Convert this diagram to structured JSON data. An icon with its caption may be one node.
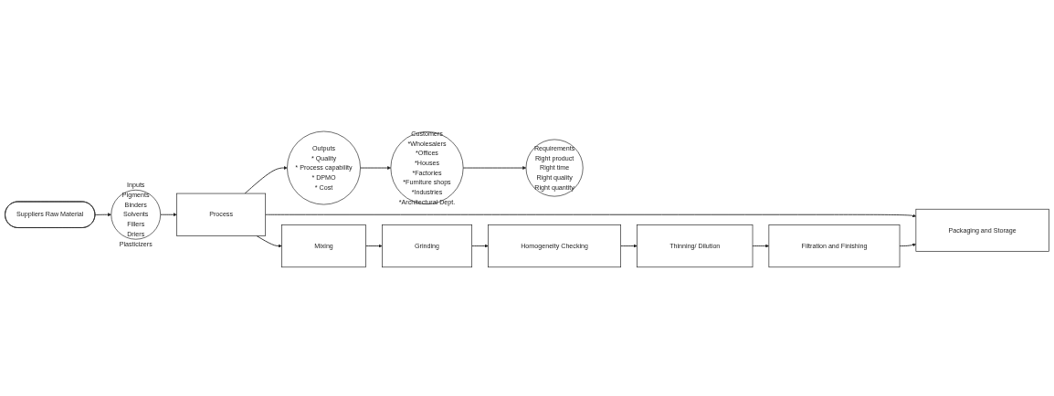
{
  "diagram": {
    "nodes": [
      {
        "text": [
          "Suppliers Raw Material"
        ]
      },
      {
        "text": [
          "Inputs",
          "Pigments",
          "Binders",
          "Solvents",
          "Fillers",
          "Driers",
          "Plasticizers"
        ]
      },
      {
        "text": [
          "Process"
        ]
      },
      {
        "text": [
          "Outputs",
          "* Quality",
          "* Process capability",
          "* DPMO",
          "* Cost"
        ]
      },
      {
        "text": [
          "Customers",
          "*Wholesalers",
          "*Offices",
          "*Houses",
          "*Factories",
          "*Furniture shops",
          "*Industries",
          "*Architectural Dept."
        ]
      },
      {
        "text": [
          "Requirements",
          "Right product",
          "Right time",
          "Right quality",
          "Right quantity"
        ]
      },
      {
        "text": [
          "Mixing"
        ]
      },
      {
        "text": [
          "Grinding"
        ]
      },
      {
        "text": [
          "Homogeneity Checking"
        ]
      },
      {
        "text": [
          "Thinning/ Dilution"
        ]
      },
      {
        "text": [
          "Filtration and Finishing"
        ]
      },
      {
        "text": [
          "Packaging and Storage"
        ]
      }
    ],
    "edges": [
      {
        "from": 0,
        "to": 1,
        "arrow": "to"
      },
      {
        "from": 1,
        "to": 2,
        "arrow": "to"
      },
      {
        "from": 2,
        "to": 3,
        "arrow": "to"
      },
      {
        "from": 3,
        "to": 4,
        "arrow": "to"
      },
      {
        "from": 4,
        "to": 5,
        "arrow": "to"
      },
      {
        "from": 2,
        "to": 6,
        "arrow": "to"
      },
      {
        "from": 2,
        "to": 11,
        "arrow": "to"
      },
      {
        "from": 6,
        "to": 7,
        "arrow": "to"
      },
      {
        "from": 7,
        "to": 8,
        "arrow": "to"
      },
      {
        "from": 8,
        "to": 9,
        "arrow": "to"
      },
      {
        "from": 9,
        "to": 10,
        "arrow": "to"
      },
      {
        "from": 10,
        "to": 11,
        "arrow": "to"
      }
    ]
  }
}
